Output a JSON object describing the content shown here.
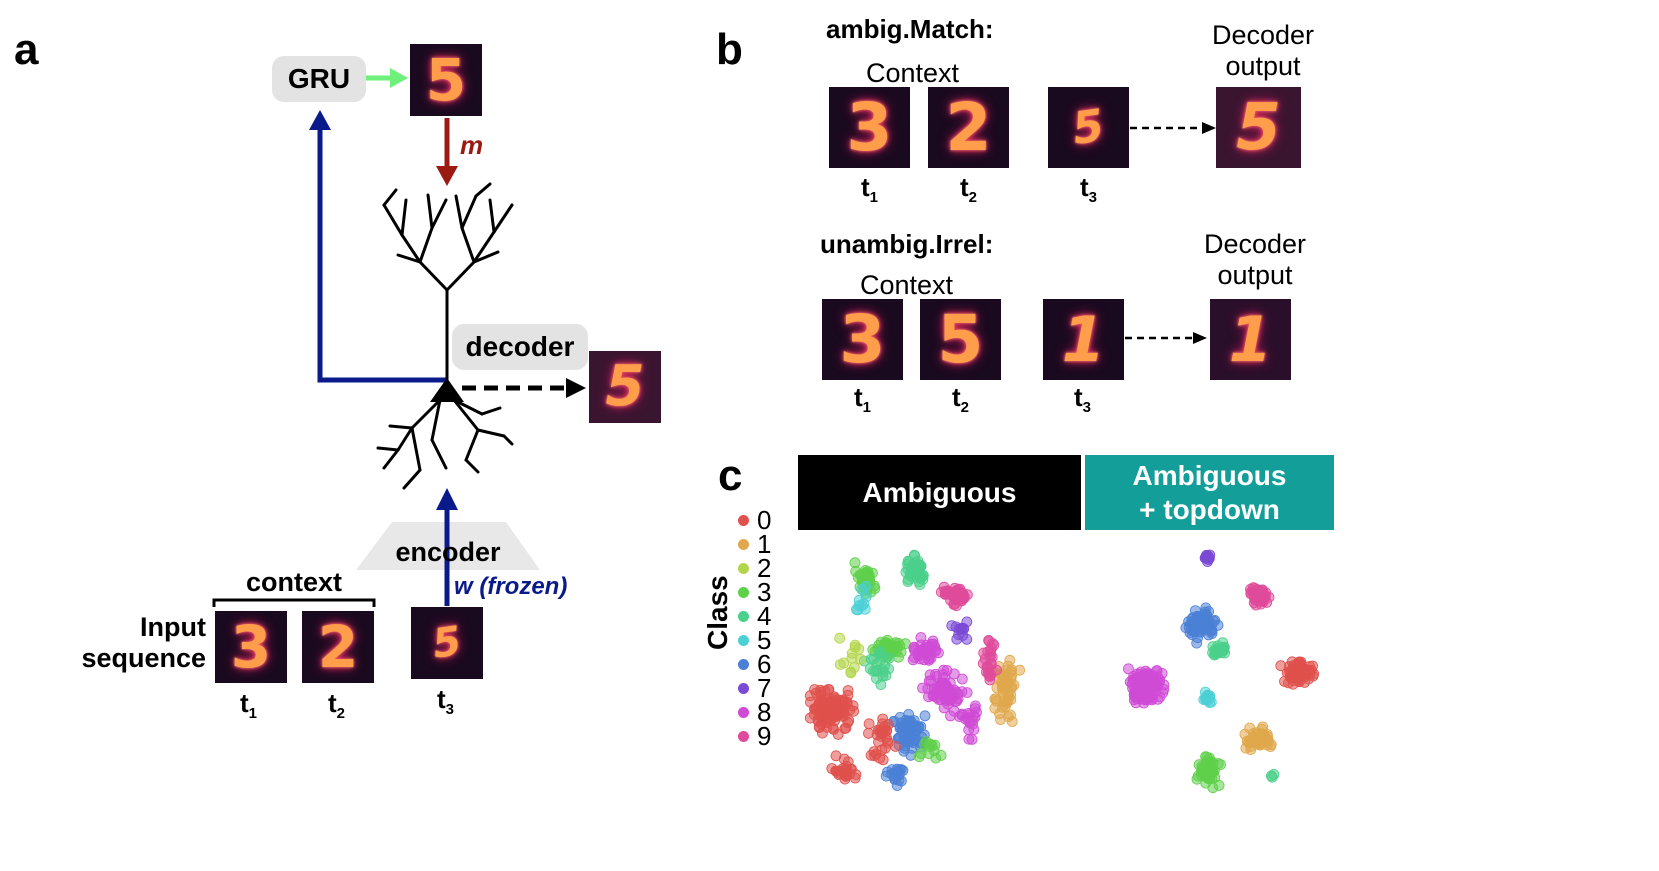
{
  "panel_a": {
    "letter": "a",
    "gru_label": "GRU",
    "m_label": "m",
    "decoder_label": "decoder",
    "encoder_label": "encoder",
    "w_label": "w (frozen)",
    "context_label": "context",
    "input_label_line1": "Input",
    "input_label_line2": "sequence",
    "gru_digit": "5",
    "decoder_digit": "5",
    "input_digits": [
      "3",
      "2",
      "5"
    ],
    "t_labels": [
      {
        "t": "t",
        "sub": "1"
      },
      {
        "t": "t",
        "sub": "2"
      },
      {
        "t": "t",
        "sub": "3"
      }
    ]
  },
  "panel_b": {
    "letter": "b",
    "rows": [
      {
        "title": "ambig.Match:",
        "context_label": "Context",
        "decoder_line1": "Decoder",
        "decoder_line2": "output",
        "digits": [
          "3",
          "2",
          "5"
        ],
        "output_digit": "5",
        "t_labels": [
          {
            "t": "t",
            "sub": "1"
          },
          {
            "t": "t",
            "sub": "2"
          },
          {
            "t": "t",
            "sub": "3"
          }
        ]
      },
      {
        "title": "unambig.Irrel:",
        "context_label": "Context",
        "decoder_line1": "Decoder",
        "decoder_line2": "output",
        "digits": [
          "3",
          "5",
          "1"
        ],
        "output_digit": "1",
        "t_labels": [
          {
            "t": "t",
            "sub": "1"
          },
          {
            "t": "t",
            "sub": "2"
          },
          {
            "t": "t",
            "sub": "3"
          }
        ]
      }
    ]
  },
  "panel_c": {
    "letter": "c",
    "header_left": "Ambiguous",
    "header_right_line1": "Ambiguous",
    "header_right_line2": "+ topdown",
    "header_left_color": "#000000",
    "header_right_color": "#149e99",
    "legend_title": "Class",
    "classes": [
      {
        "label": "0",
        "color": "#e0514c"
      },
      {
        "label": "1",
        "color": "#e0a84c"
      },
      {
        "label": "2",
        "color": "#b3d54a"
      },
      {
        "label": "3",
        "color": "#5fd04a"
      },
      {
        "label": "4",
        "color": "#4ad08a"
      },
      {
        "label": "5",
        "color": "#4ad0d5"
      },
      {
        "label": "6",
        "color": "#4a80d5"
      },
      {
        "label": "7",
        "color": "#7a4ad5"
      },
      {
        "label": "8",
        "color": "#cf4ad5"
      },
      {
        "label": "9",
        "color": "#e04a9a"
      }
    ]
  },
  "colors": {
    "navy": "#0a1a8a",
    "dark_red": "#9b1b12",
    "green": "#6ef07a",
    "pill_gray": "#e3e3e3"
  }
}
